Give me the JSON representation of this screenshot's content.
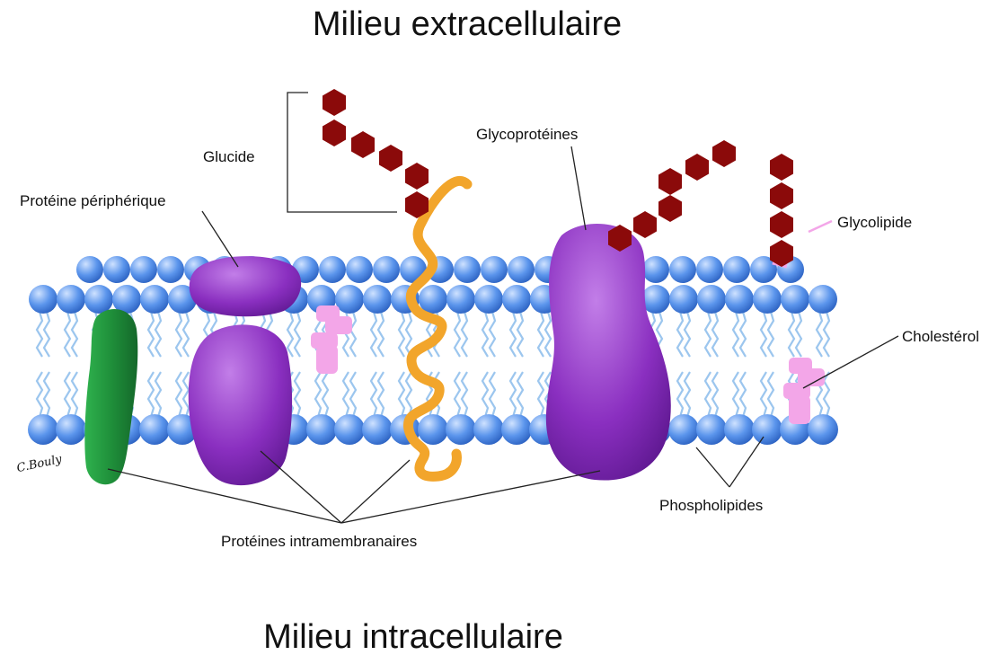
{
  "titles": {
    "extracellular": "Milieu extracellulaire",
    "intracellular": "Milieu intracellulaire"
  },
  "labels": {
    "glucide": "Glucide",
    "peripheral_protein": "Protéine périphérique",
    "glycoproteins": "Glycoprotéines",
    "glycolipid": "Glycolipide",
    "cholesterol": "Cholestérol",
    "phospholipids": "Phospholipides",
    "intramembrane_proteins": "Protéines intramembranaires"
  },
  "signature": "C.Bouly",
  "colors": {
    "phospholipid_head": "#4a86e8",
    "phospholipid_tail": "#9cc6ee",
    "protein_purple": "#8a2fc0",
    "protein_green": "#1f8f3a",
    "helix_orange": "#f2a52b",
    "sugar_red": "#8b0a0a",
    "cholesterol_pink": "#f3a6e8",
    "leader_lines": "#222222"
  }
}
